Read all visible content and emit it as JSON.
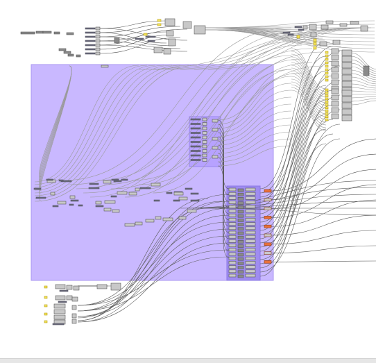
{
  "app": {
    "type": "node-graph-canvas"
  },
  "colors": {
    "background": "#ffffff",
    "group_fill": "#c9b8ff",
    "group_border": "#a896f0",
    "group_dense_fill": "#9f8cf0",
    "node_fill": "#c8c8c8",
    "node_border": "#555555",
    "node_dark": "#8a8a8a",
    "wire": "#5a5a5a",
    "wire_light": "#9a9a9a",
    "panel_yellow": "#f2e35a",
    "output_orange": "#e8703a",
    "status_bar": "#e6e6e6"
  },
  "icons": [
    "component-node",
    "parameter-node",
    "number-panel",
    "group-box",
    "wire-connection"
  ]
}
